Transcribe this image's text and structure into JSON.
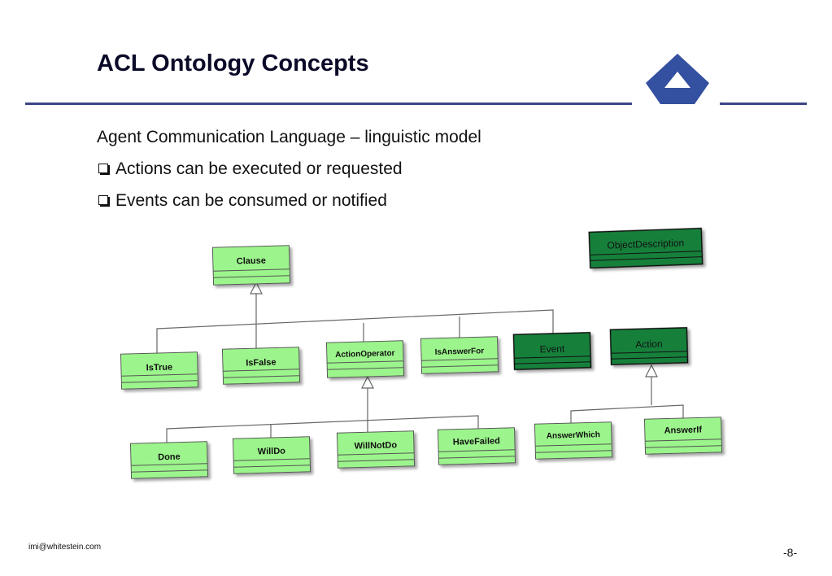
{
  "slide": {
    "title": "ACL Ontology Concepts",
    "subtitle": "Agent Communication Language – linguistic model",
    "bullets": [
      "Actions can be executed or requested",
      "Events can be consumed or notified"
    ],
    "footer_email": "imi@whitestein.com",
    "page_number": "-8-"
  },
  "colors": {
    "title": "#0a0a28",
    "rule": "#3c4686",
    "logo": "#3450a0",
    "light_class_fill": "#9cf58c",
    "dark_class_fill": "#17803a"
  },
  "diagram": {
    "classes": {
      "clause": "Clause",
      "object_description": "ObjectDescription",
      "is_true": "IsTrue",
      "is_false": "IsFalse",
      "action_operator": "ActionOperator",
      "is_answer_for": "IsAnswerFor",
      "event": "Event",
      "action": "Action",
      "done": "Done",
      "will_do": "WillDo",
      "will_not_do": "WillNotDo",
      "have_failed": "HaveFailed",
      "answer_which": "AnswerWhich",
      "answer_if": "AnswerIf"
    }
  }
}
